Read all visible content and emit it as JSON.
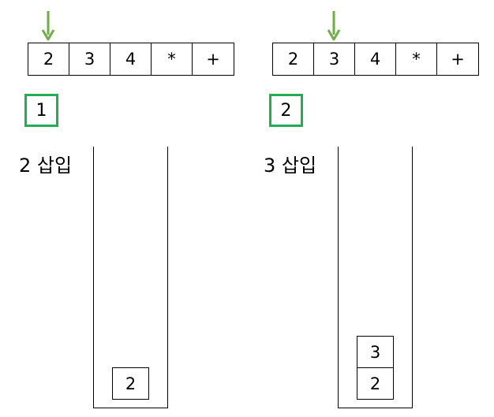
{
  "colors": {
    "arrow": "#70ad47",
    "step_badge_border": "#1fae52"
  },
  "panels": [
    {
      "pointer_index": 0,
      "tokens": [
        "2",
        "3",
        "4",
        "*",
        "+"
      ],
      "step": "1",
      "action": "2 삽입",
      "stack": [
        "2"
      ]
    },
    {
      "pointer_index": 1,
      "tokens": [
        "2",
        "3",
        "4",
        "*",
        "+"
      ],
      "step": "2",
      "action": "3 삽입",
      "stack": [
        "2",
        "3"
      ]
    }
  ]
}
